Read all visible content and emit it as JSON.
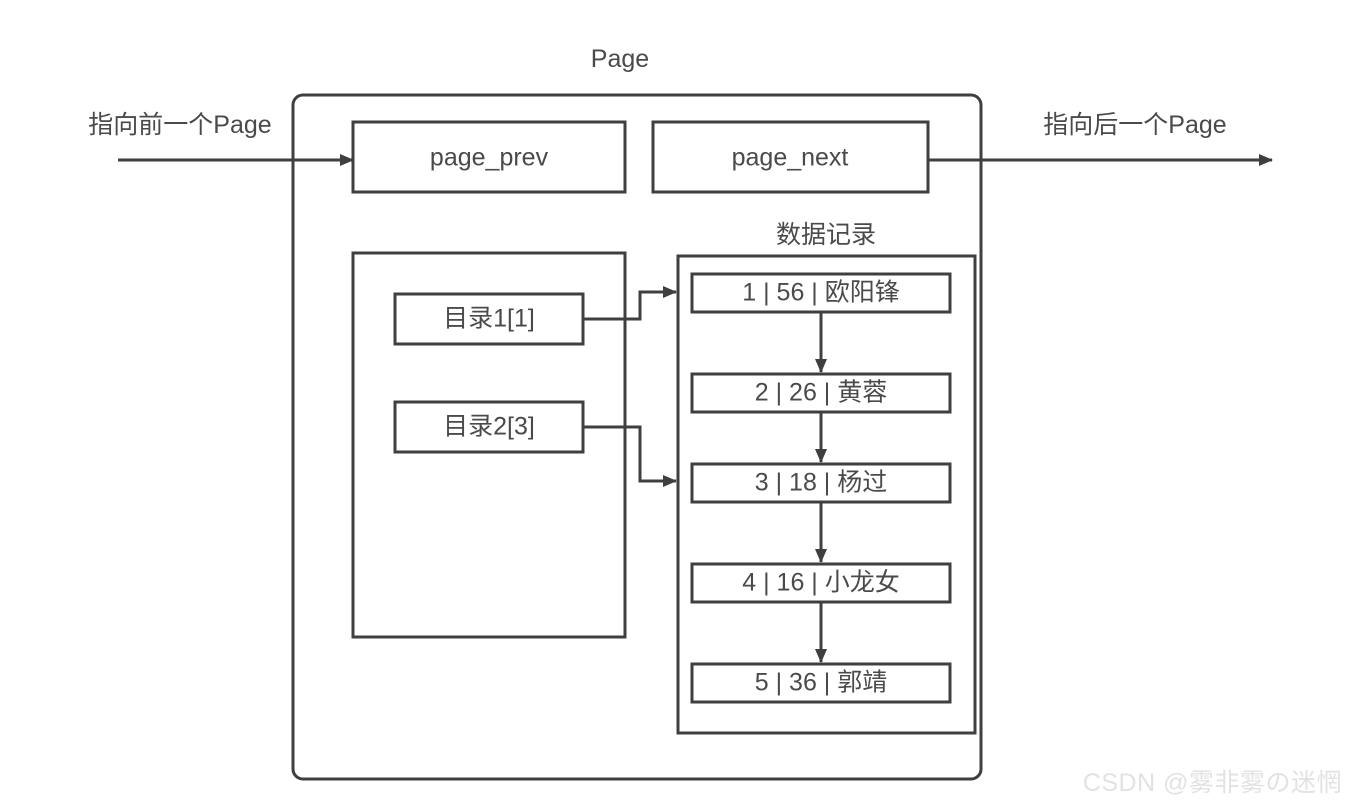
{
  "diagram": {
    "title": "Page",
    "labels": {
      "prev_pointer": "指向前一个Page",
      "next_pointer": "指向后一个Page",
      "data_records": "数据记录"
    },
    "header_fields": [
      {
        "name": "page_prev",
        "label": "page_prev"
      },
      {
        "name": "page_next",
        "label": "page_next"
      }
    ],
    "directory_slots": [
      {
        "name": "directory-1",
        "label": "目录1[1]",
        "target_record": 1
      },
      {
        "name": "directory-2",
        "label": "目录2[3]",
        "target_record": 3
      }
    ],
    "records": [
      {
        "id": "1",
        "age": "56",
        "name": "欧阳锋",
        "label": "1 | 56 | 欧阳锋"
      },
      {
        "id": "2",
        "age": "26",
        "name": "黄蓉",
        "label": "2 | 26 | 黄蓉"
      },
      {
        "id": "3",
        "age": "18",
        "name": "杨过",
        "label": "3 | 18 | 杨过"
      },
      {
        "id": "4",
        "age": "16",
        "name": "小龙女",
        "label": "4 | 16 | 小龙女"
      },
      {
        "id": "5",
        "age": "36",
        "name": "郭靖",
        "label": "5 | 36 | 郭靖"
      }
    ],
    "colors": {
      "stroke": "#3f3f3f",
      "text": "#4a4a4a",
      "background": "#ffffff",
      "watermark": "#e2e2e2"
    }
  },
  "watermark": {
    "text": "CSDN @雾非雾の迷惘"
  }
}
